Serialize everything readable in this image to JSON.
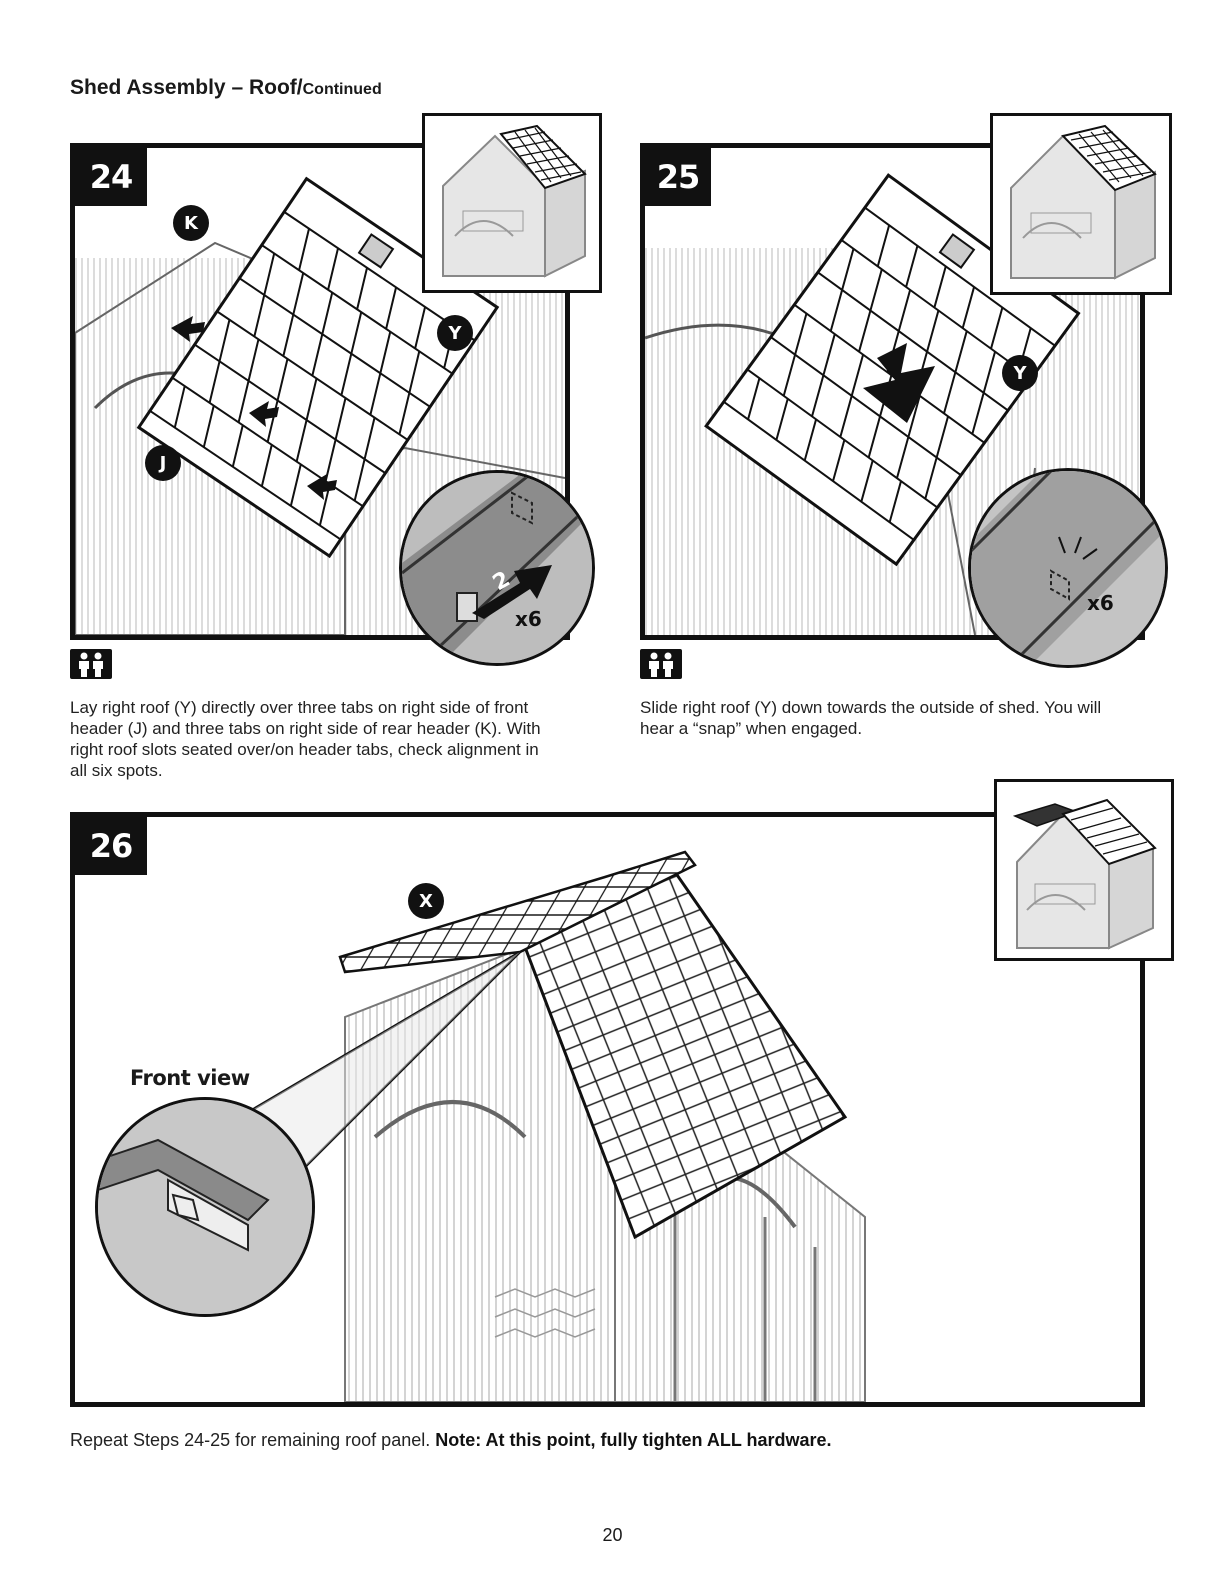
{
  "header": {
    "title": "Shed Assembly – Roof/",
    "subtitle": "Continued"
  },
  "steps": [
    {
      "number": "24",
      "callouts": [
        "K",
        "Y",
        "J"
      ],
      "zoom_step": "2",
      "qty": "x6",
      "text": "Lay right roof (Y) directly over three tabs on right side of front header (J) and three tabs on right side of rear header (K). With right roof slots seated over/on header tabs, check alignment in all six spots."
    },
    {
      "number": "25",
      "callouts": [
        "Y"
      ],
      "qty": "x6",
      "text": "Slide right roof (Y) down towards the outside of shed. You will hear a “snap” when engaged."
    },
    {
      "number": "26",
      "callouts": [
        "X"
      ],
      "view_label": "Front view"
    }
  ],
  "footer": {
    "text": "Repeat Steps 24-25 for remaining roof panel. ",
    "note": "Note: At this point, fully tighten ALL hardware."
  },
  "page_number": "20",
  "icons": [
    "two-person-icon"
  ]
}
